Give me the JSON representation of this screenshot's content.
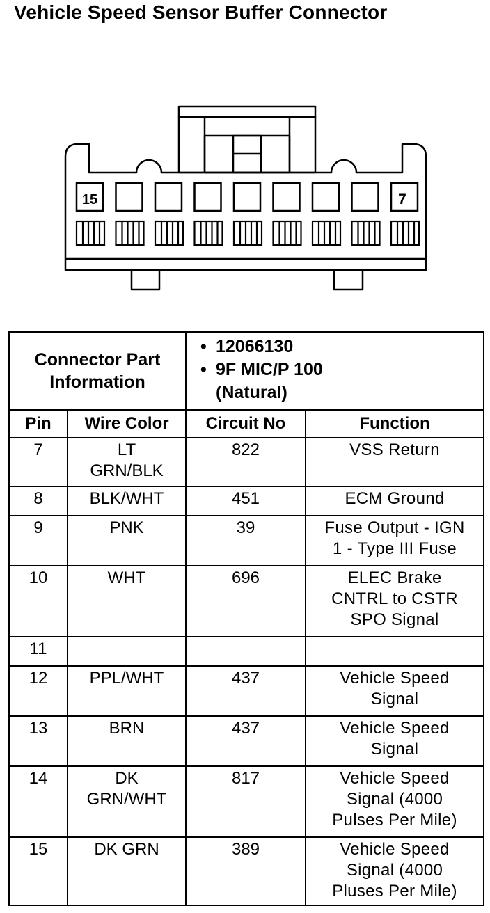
{
  "title": "Vehicle Speed Sensor Buffer Connector",
  "connector": {
    "left_pin_label": "15",
    "right_pin_label": "7"
  },
  "info": {
    "label_line1": "Connector Part",
    "label_line2": "Information",
    "part_number": "12066130",
    "description_line1": "9F MIC/P 100",
    "description_line2": "(Natural)"
  },
  "headers": {
    "pin": "Pin",
    "wire_color": "Wire Color",
    "circuit_no": "Circuit No",
    "function": "Function"
  },
  "rows": [
    {
      "pin": "7",
      "wire": [
        "LT",
        "GRN/BLK"
      ],
      "circuit": "822",
      "function": [
        "VSS Return"
      ]
    },
    {
      "pin": "8",
      "wire": [
        "BLK/WHT"
      ],
      "circuit": "451",
      "function": [
        "ECM Ground"
      ]
    },
    {
      "pin": "9",
      "wire": [
        "PNK"
      ],
      "circuit": "39",
      "function": [
        "Fuse Output - IGN",
        "1 - Type III Fuse"
      ]
    },
    {
      "pin": "10",
      "wire": [
        "WHT"
      ],
      "circuit": "696",
      "function": [
        "ELEC Brake",
        "CNTRL to CSTR",
        "SPO Signal"
      ]
    },
    {
      "pin": "11",
      "wire": [
        ""
      ],
      "circuit": "",
      "function": [
        ""
      ]
    },
    {
      "pin": "12",
      "wire": [
        "PPL/WHT"
      ],
      "circuit": "437",
      "function": [
        "Vehicle Speed",
        "Signal"
      ]
    },
    {
      "pin": "13",
      "wire": [
        "BRN"
      ],
      "circuit": "437",
      "function": [
        "Vehicle Speed",
        "Signal"
      ]
    },
    {
      "pin": "14",
      "wire": [
        "DK",
        "GRN/WHT"
      ],
      "circuit": "817",
      "function": [
        "Vehicle Speed",
        "Signal (4000",
        "Pulses Per Mile)"
      ]
    },
    {
      "pin": "15",
      "wire": [
        "DK GRN"
      ],
      "circuit": "389",
      "function": [
        "Vehicle Speed",
        "Signal (4000",
        "Pluses Per Mile)"
      ]
    }
  ]
}
